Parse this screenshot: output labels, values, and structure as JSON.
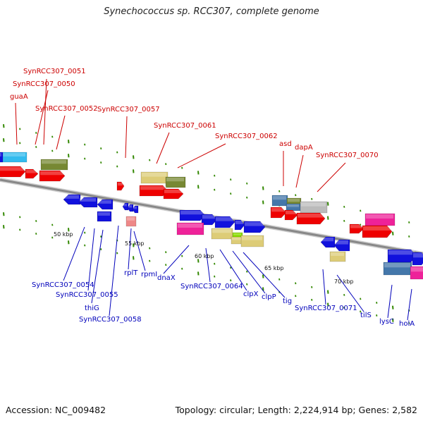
{
  "title": "Synechococcus sp. RCC307, complete genome",
  "accession_text": "Accession: NC_009482",
  "summary_text": "Topology: circular; Length: 2,224,914 bp; Genes: 2,582",
  "colors": {
    "backbone": "#888888",
    "red_gene": "#ee0000",
    "blue_gene": "#1111dd",
    "cyan_gene": "#33bbee",
    "olive_gene": "#778833",
    "khaki_gene": "#ddcc77",
    "magenta_gene": "#ee2299",
    "steel_gene": "#4477aa",
    "silver_gene": "#bbbbbb",
    "lime_gene": "#88dd00",
    "pink_gene": "#ee8888",
    "tick_green": "#338800",
    "label_red": "#cc0000",
    "label_blue": "#0000bb"
  },
  "scale": {
    "ticks": [
      "50 kbp",
      "55 kbp",
      "60 kbp",
      "65 kbp",
      "70 kbp"
    ]
  },
  "labels": {
    "top": [
      "SynRCC307_0051",
      "SynRCC307_0050",
      "guaA",
      "SynRCC307_0052",
      "SynRCC307_0057",
      "SynRCC307_0061",
      "SynRCC307_0062",
      "asd",
      "dapA",
      "SynRCC307_0070"
    ],
    "bottom": [
      "SynRCC307_0054",
      "SynRCC307_0055",
      "thiG",
      "SynRCC307_0058",
      "rplT",
      "rpmI",
      "dnaX",
      "SynRCC307_0064",
      "clpX",
      "clpP",
      "tig",
      "SynRCC307_0071",
      "tilS",
      "lysC",
      "holA"
    ]
  }
}
